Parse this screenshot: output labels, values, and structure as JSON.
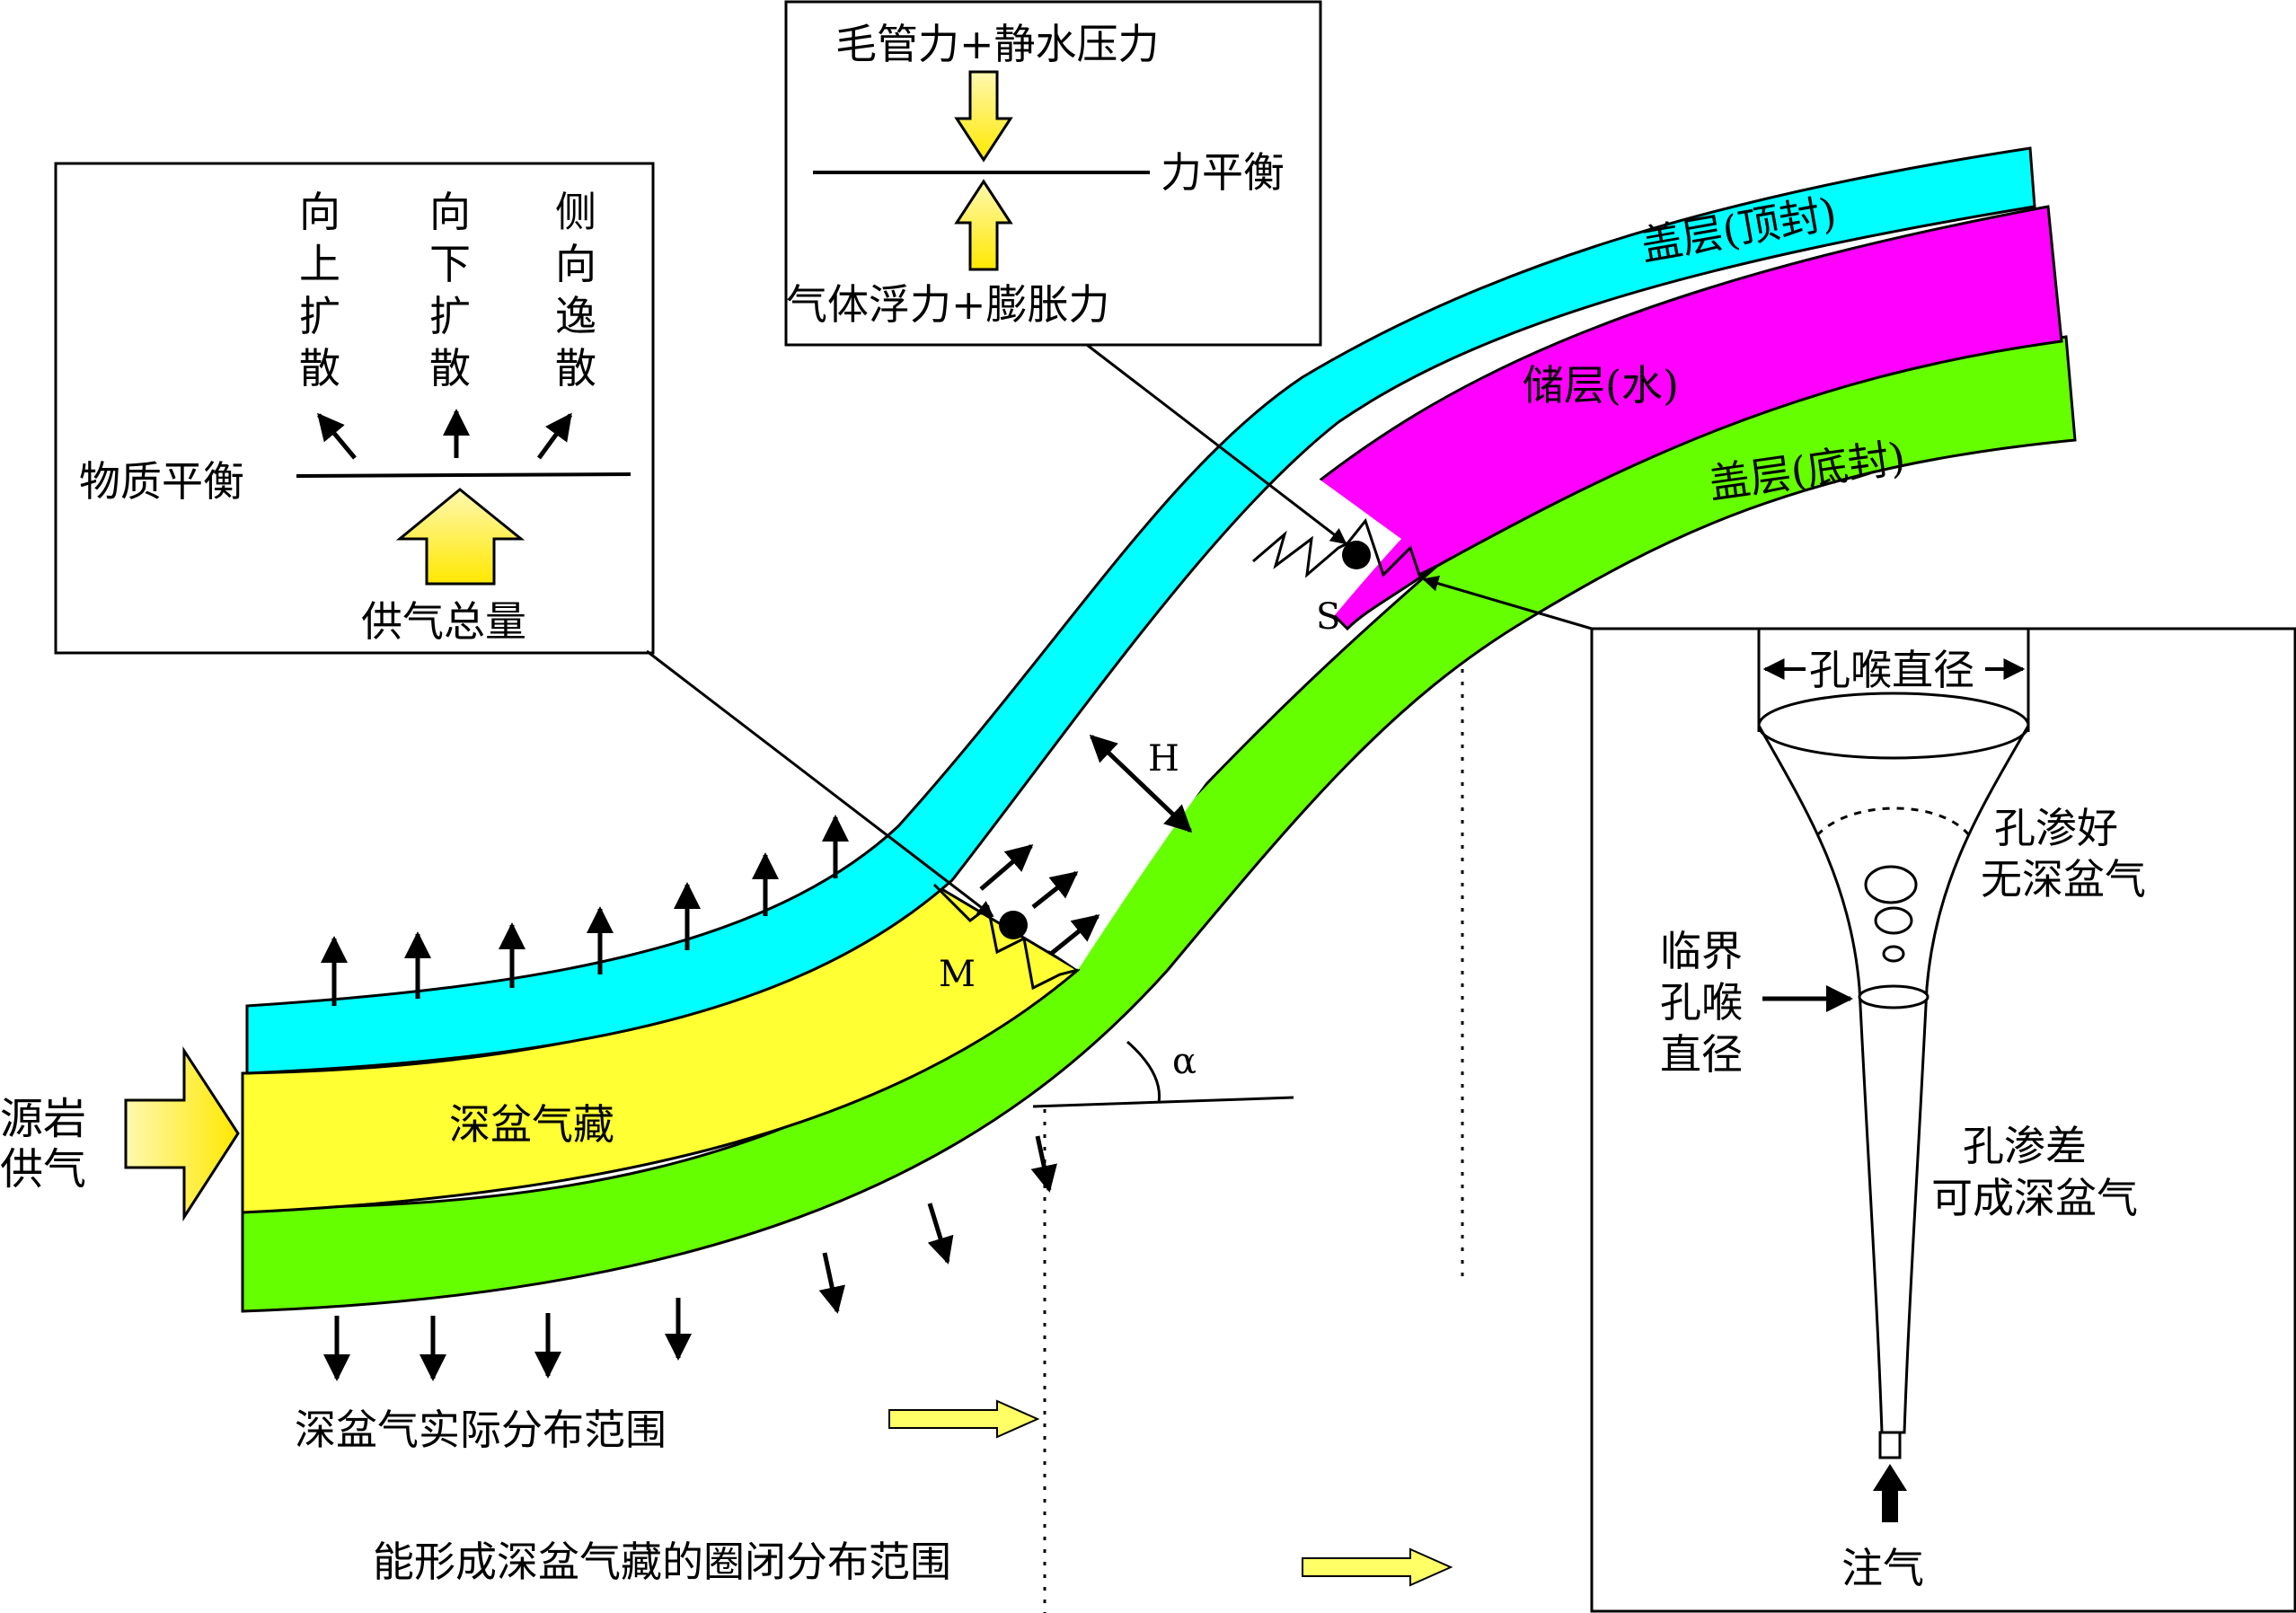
{
  "labels": {
    "M": "M",
    "S": "S",
    "H": "H",
    "alpha": "α",
    "source_supply_1": "源岩",
    "source_supply_2": "供气",
    "actual_range": "深盆气实际分布范围",
    "closure_range": "能形成深盆气藏的圈闭分布范围"
  },
  "layers": {
    "top_seal": "盖层(顶封)",
    "reservoir": "储层(水)",
    "bottom_seal": "盖层(底封)",
    "deep_gas": "深盆气藏"
  },
  "box1": {
    "up": [
      "向",
      "上",
      "扩",
      "散"
    ],
    "down": [
      "向",
      "下",
      "扩",
      "散"
    ],
    "lateral": [
      "侧",
      "向",
      "逸",
      "散"
    ],
    "balance": "物质平衡",
    "supply": "供气总量"
  },
  "box2": {
    "top": "毛管力+静水压力",
    "balance": "力平衡",
    "bottom": "气体浮力+膨胀力"
  },
  "box3": {
    "throat": "孔喉直径",
    "good": [
      "孔渗好",
      "无深盆气"
    ],
    "critical": [
      "临界",
      "孔喉",
      "直径"
    ],
    "poor": [
      "孔渗差",
      "可成深盆气"
    ],
    "inject": "注气"
  }
}
